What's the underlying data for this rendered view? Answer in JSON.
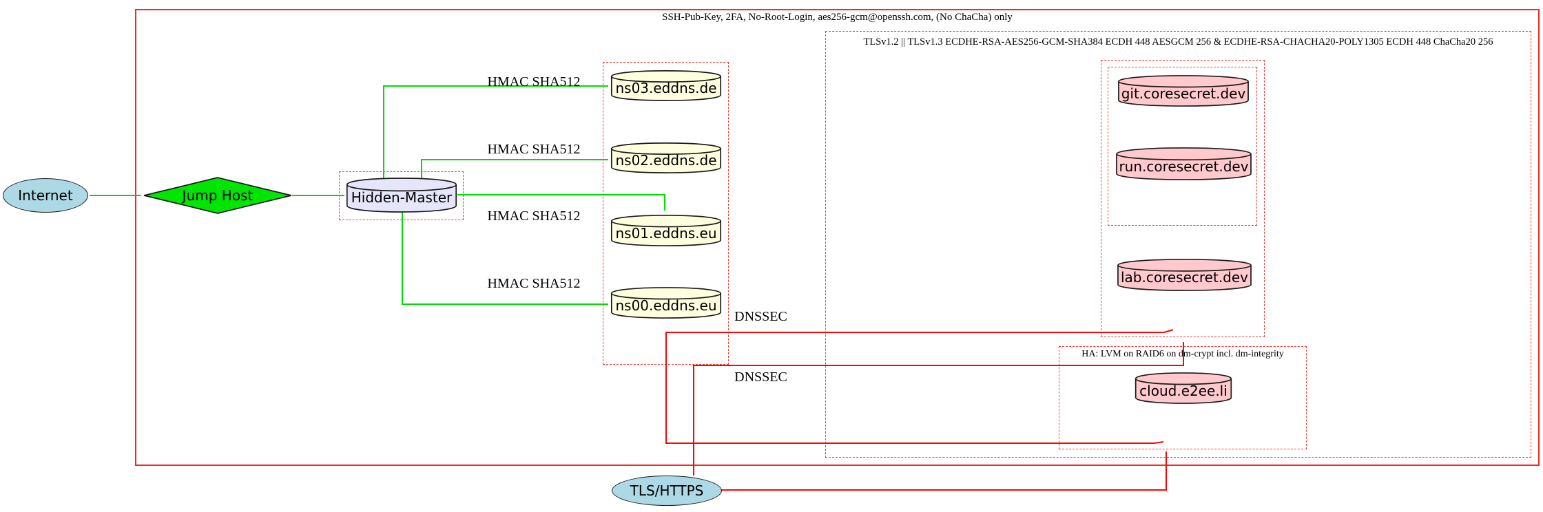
{
  "clusters": {
    "ssh": {
      "label": "SSH-Pub-Key, 2FA, No-Root-Login, aes256-gcm@openssh.com, (No ChaCha) only",
      "border": "solid red"
    },
    "tls": {
      "label": "TLSv1.2 || TLSv1.3 ECDHE-RSA-AES256-GCM-SHA384 ECDH 448 AESGCM 256 & ECDHE-RSA-CHACHA20-POLY1305 ECDH 448 ChaCha20 256",
      "border": "dashed red"
    },
    "ha": {
      "label": "HA: LVM on RAID6 on dm-crypt incl. dm-integrity",
      "border": "dashed red"
    },
    "dns_servers": {
      "label": "",
      "border": "dashed red"
    },
    "hidden_master_box": {
      "label": "",
      "border": "dashed red"
    },
    "coresecret_outer": {
      "label": "",
      "border": "dashed red"
    },
    "coresecret_inner": {
      "label": "",
      "border": "dashed red"
    }
  },
  "nodes": {
    "internet": {
      "label": "Internet",
      "shape": "ellipse",
      "fill": "#add8e6"
    },
    "jump_host": {
      "label": "Jump Host",
      "shape": "diamond",
      "fill": "#00e503"
    },
    "hidden_master": {
      "label": "Hidden-Master",
      "shape": "cylinder",
      "fill": "#e6e6fa"
    },
    "ns03": {
      "label": "ns03.eddns.de",
      "shape": "cylinder",
      "fill": "#ffffe0"
    },
    "ns02": {
      "label": "ns02.eddns.de",
      "shape": "cylinder",
      "fill": "#ffffe0"
    },
    "ns01": {
      "label": "ns01.eddns.eu",
      "shape": "cylinder",
      "fill": "#ffffe0"
    },
    "ns00": {
      "label": "ns00.eddns.eu",
      "shape": "cylinder",
      "fill": "#ffffe0"
    },
    "git": {
      "label": "git.coresecret.dev",
      "shape": "cylinder",
      "fill": "#ffc9cd"
    },
    "run": {
      "label": "run.coresecret.dev",
      "shape": "cylinder",
      "fill": "#ffc9cd"
    },
    "lab": {
      "label": "lab.coresecret.dev",
      "shape": "cylinder",
      "fill": "#ffc9cd"
    },
    "cloud": {
      "label": "cloud.e2ee.li",
      "shape": "cylinder",
      "fill": "#ffc9cd"
    },
    "tls_https": {
      "label": "TLS/HTTPS",
      "shape": "ellipse",
      "fill": "#add8e6"
    }
  },
  "edge_labels": {
    "hmac": "HMAC SHA512",
    "dnssec": "DNSSEC"
  },
  "edges": [
    {
      "from": "internet",
      "to": "jump_host",
      "color": "green",
      "label": ""
    },
    {
      "from": "jump_host",
      "to": "hidden_master",
      "color": "green",
      "label": ""
    },
    {
      "from": "hidden_master",
      "to": "ns03",
      "color": "green",
      "label": "HMAC SHA512"
    },
    {
      "from": "hidden_master",
      "to": "ns02",
      "color": "green",
      "label": "HMAC SHA512"
    },
    {
      "from": "hidden_master",
      "to": "ns01",
      "color": "green",
      "label": "HMAC SHA512"
    },
    {
      "from": "hidden_master",
      "to": "ns00",
      "color": "green",
      "label": "HMAC SHA512"
    },
    {
      "from": "dns_servers",
      "to": "coresecret_outer",
      "color": "red",
      "label": "DNSSEC"
    },
    {
      "from": "dns_servers",
      "to": "ha",
      "color": "red",
      "label": "DNSSEC"
    },
    {
      "from": "tls_https",
      "to": "coresecret_outer",
      "color": "red",
      "label": ""
    },
    {
      "from": "tls_https",
      "to": "ha",
      "color": "red",
      "label": ""
    }
  ],
  "colors": {
    "edge_green": "#00dc00",
    "edge_red": "#fb0600",
    "cluster_red": "#f7392e",
    "node_border": "#1a1a1a",
    "lightblue": "#add8e6",
    "lavender": "#e6e6fa",
    "lightyellow": "#ffffe0",
    "pink": "#ffc9cd",
    "diamond_green": "#00e503"
  }
}
